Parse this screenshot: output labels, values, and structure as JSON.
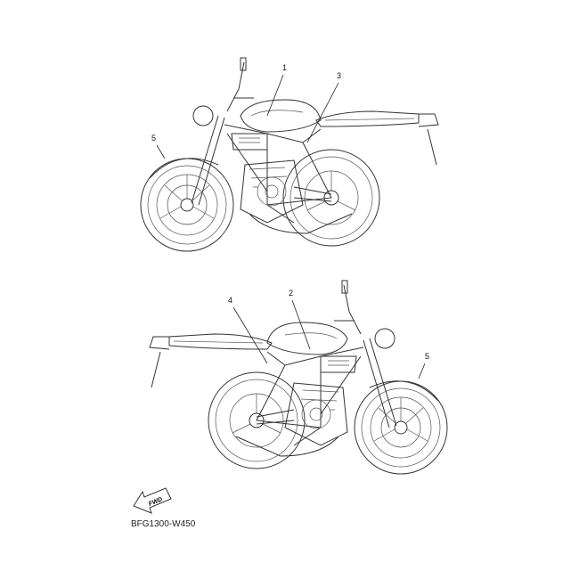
{
  "diagram_code": "BFG1300-W450",
  "fwd_label": "FWD",
  "callouts": [
    {
      "id": "1",
      "view": "right-side"
    },
    {
      "id": "3",
      "view": "right-side"
    },
    {
      "id": "5",
      "view": "right-side"
    },
    {
      "id": "4",
      "view": "left-side"
    },
    {
      "id": "2",
      "view": "left-side"
    },
    {
      "id": "5",
      "view": "left-side"
    }
  ]
}
